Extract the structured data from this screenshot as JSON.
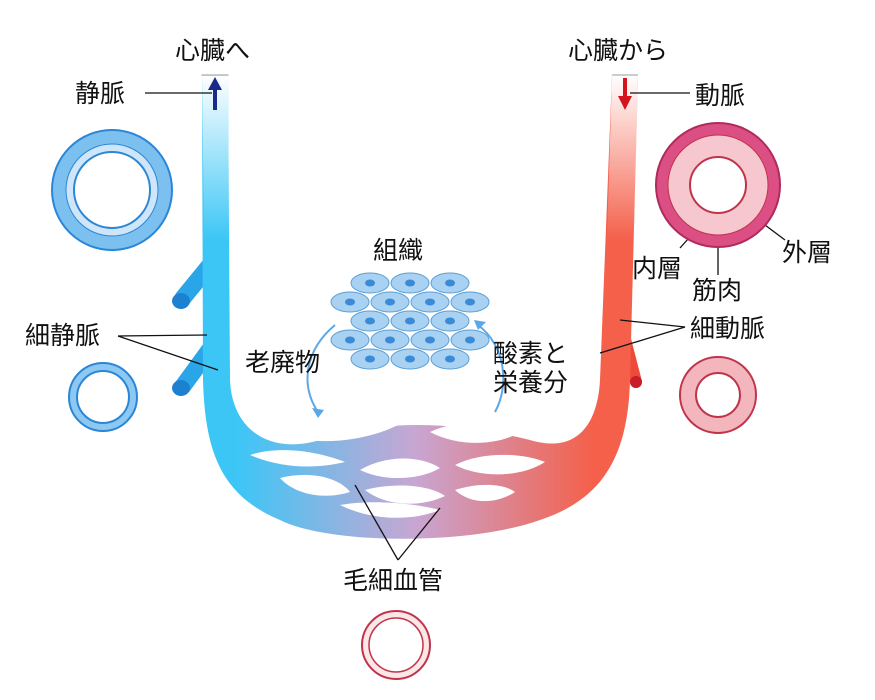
{
  "labels": {
    "to_heart": "心臓へ",
    "from_heart": "心臓から",
    "vein": "静脈",
    "artery": "動脈",
    "tissue": "組織",
    "venule": "細静脈",
    "waste": "老廃物",
    "oxygen_line1": "酸素と",
    "oxygen_line2": "栄養分",
    "arteriole": "細動脈",
    "inner_layer": "内層",
    "muscle": "筋肉",
    "outer_layer": "外層",
    "capillary": "毛細血管"
  },
  "colors": {
    "vein": "#3fc3f3",
    "artery": "#f4604a",
    "capillary_mid": "#c3a3cf",
    "vein_section": "#5aa8e8",
    "artery_section": "#d9477a",
    "arrow_up": "#1b2a8a",
    "arrow_down": "#d4141c"
  }
}
